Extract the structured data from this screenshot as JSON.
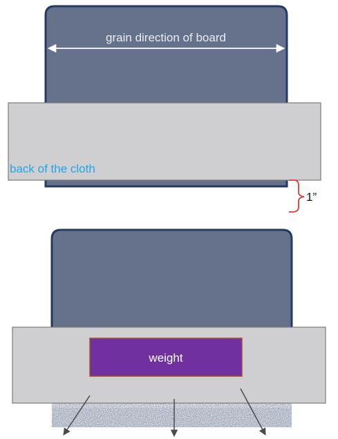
{
  "top_diagram": {
    "grain_label": "grain direction of board",
    "cloth_label": "back of the cloth",
    "measure_label": "1”"
  },
  "bottom_diagram": {
    "weight_label": "weight"
  },
  "colors": {
    "board": "#66718c",
    "board_edge": "#243a62",
    "cloth": "#cfcfd1",
    "cloth_edge": "#7a7a7a",
    "weight": "#7030a0",
    "cloth_text": "#1ea7e8",
    "bracket": "#e23c2f",
    "arrow": "#4a4a4a"
  }
}
